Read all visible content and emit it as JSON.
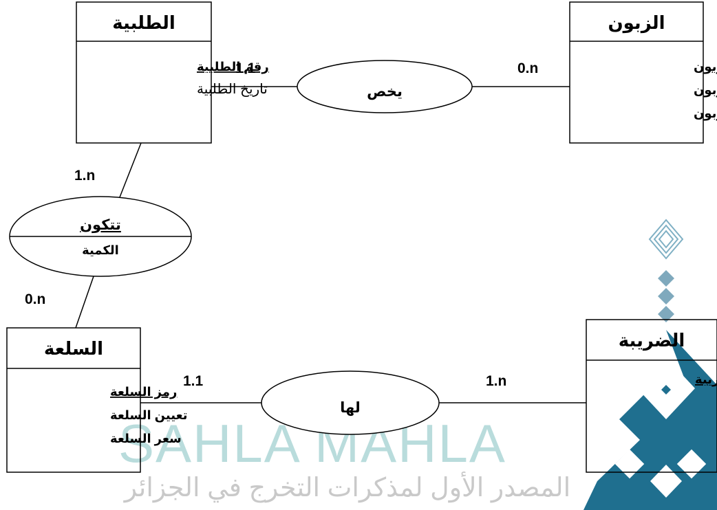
{
  "entities": {
    "order": {
      "title": "الطلبية",
      "key_attr": "رقم الطلبية",
      "attrs": [
        "تاريخ الطلبية"
      ]
    },
    "customer": {
      "title": "الزبون",
      "key_attr": "رمز الزبون",
      "attrs": [
        "اسم الزبون",
        "لقب الزبون"
      ]
    },
    "product": {
      "title": "السلعة",
      "key_attr": "رمز السلعة",
      "attrs": [
        "تعيين السلعة",
        "سعر السلعة"
      ]
    },
    "tax": {
      "title": "الضريبة",
      "key_attr": "رمز الضريبة",
      "attrs": []
    }
  },
  "relations": {
    "concerns": {
      "label": "يخص"
    },
    "consists": {
      "label": "تتكون",
      "attr": "الكمية"
    },
    "has": {
      "label": "لها"
    }
  },
  "cardinalities": {
    "order_concerns": "1.1",
    "customer_concerns": "0.n",
    "order_consists": "1.n",
    "product_consists": "0.n",
    "product_has": "1.1",
    "tax_has": "1.n"
  },
  "watermark": {
    "brand": "SAHLA MAHLA",
    "tagline": "المصدر الأول لمذكرات التخرج في الجزائر",
    "brand_color": "#b9dcdc",
    "logo_color": "#1f6f8f"
  }
}
